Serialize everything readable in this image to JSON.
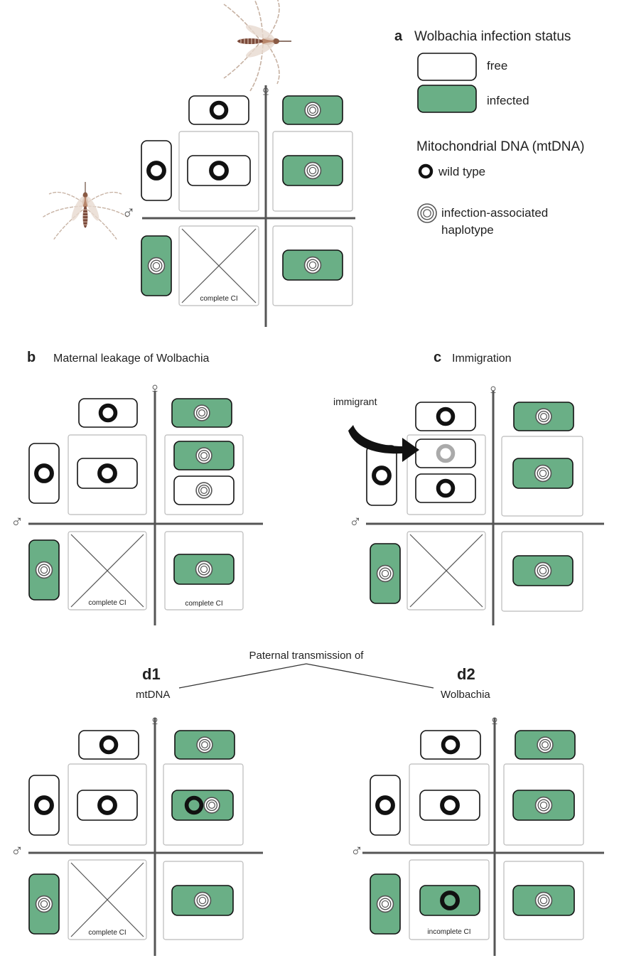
{
  "colors": {
    "infected": "#6aaf86",
    "free": "#ffffff",
    "cell_border": "#bbbbbb",
    "axis": "#555555",
    "immigrant_ring": "#aaaaaa"
  },
  "legend": {
    "letter": "a",
    "title": "Wolbachia infection status",
    "free_label": "free",
    "infected_label": "infected",
    "mtdna_title": "Mitochondrial DNA (mtDNA)",
    "wild_type_label": "wild type",
    "haplotype_label_line1": "infection-associated",
    "haplotype_label_line2": "haplotype"
  },
  "symbols": {
    "female": "♀",
    "male": "♂"
  },
  "icons": {
    "female_mosquito": "mosquito-icon",
    "male_mosquito": "mosquito-icon",
    "immigrant_arrow": "curved-arrow-icon"
  },
  "panel_b": {
    "letter": "b",
    "title": "Maternal leakage of Wolbachia"
  },
  "panel_c": {
    "letter": "c",
    "title": "Immigration",
    "immigrant_label": "immigrant"
  },
  "panel_d": {
    "title": "Paternal transmission of",
    "d1_letter": "d1",
    "d1_label": "mtDNA",
    "d2_letter": "d2",
    "d2_label": "Wolbachia"
  },
  "cell_labels": {
    "complete_ci": "complete CI",
    "incomplete_ci": "incomplete CI"
  }
}
